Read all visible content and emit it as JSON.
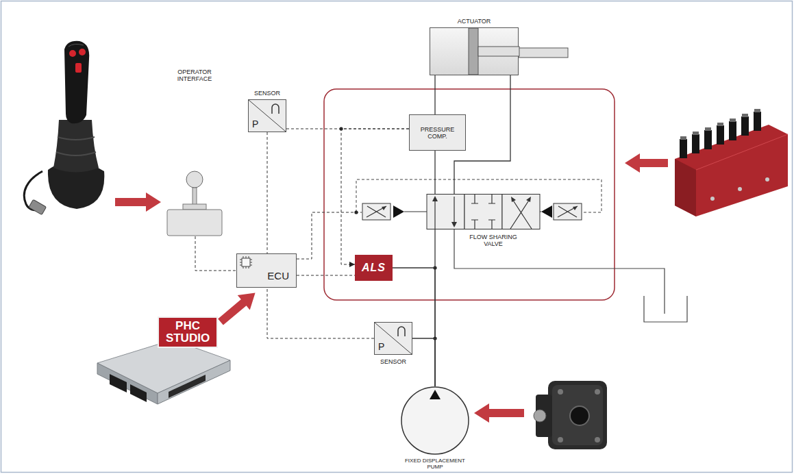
{
  "diagram": {
    "nodes": [
      {
        "text": [
          "ACTUATOR"
        ]
      },
      {
        "text": [
          "SENSOR",
          "P"
        ]
      },
      {
        "text": [
          "OPERATOR INTERFACE"
        ]
      },
      {
        "text": [
          "PRESSURE COMP."
        ]
      },
      {
        "text": [
          "FLOW SHARING VALVE"
        ]
      },
      {
        "text": [
          "ECU"
        ]
      },
      {
        "text": [
          "ALS"
        ]
      },
      {
        "text": [
          "P",
          "SENSOR"
        ]
      },
      {
        "text": [
          "FIXED DISPLACEMENT PUMP"
        ]
      }
    ],
    "edges": [
      {
        "from": 2,
        "to": 5,
        "arrow": "none"
      },
      {
        "from": 1,
        "to": 5,
        "arrow": "none"
      },
      {
        "from": 1,
        "to": 3,
        "arrow": "none"
      },
      {
        "from": 3,
        "to": 6,
        "arrow": "to"
      },
      {
        "from": 5,
        "to": 4,
        "arrow": "none"
      },
      {
        "from": 5,
        "to": 6,
        "arrow": "none"
      },
      {
        "from": 7,
        "to": 5,
        "arrow": "none"
      },
      {
        "from": 8,
        "to": 7,
        "arrow": "none"
      },
      {
        "from": 8,
        "to": 6,
        "arrow": "none"
      },
      {
        "from": 8,
        "to": 4,
        "arrow": "none"
      },
      {
        "from": 4,
        "to": 3,
        "arrow": "none"
      },
      {
        "from": 3,
        "to": 0,
        "arrow": "none"
      },
      {
        "from": 4,
        "to": 0,
        "arrow": "none"
      }
    ],
    "labels": [
      "PHC STUDIO"
    ]
  }
}
